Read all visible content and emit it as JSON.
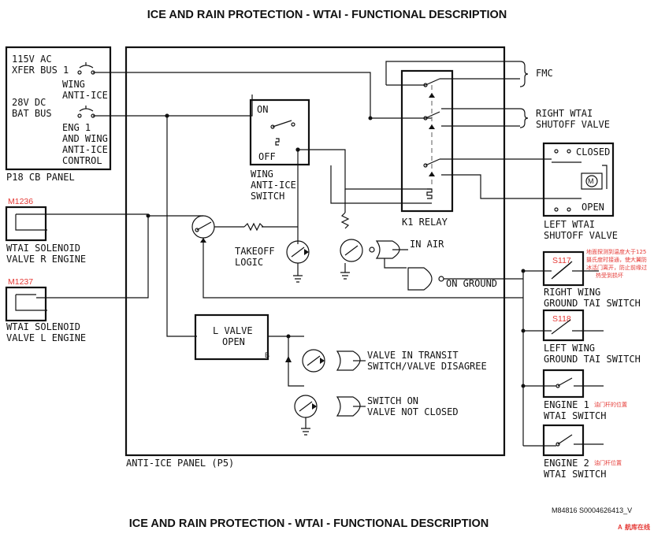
{
  "title_top": "ICE AND RAIN PROTECTION - WTAI - FUNCTIONAL DESCRIPTION",
  "title_bottom": "ICE AND RAIN PROTECTION - WTAI - FUNCTIONAL DESCRIPTION",
  "figure_id": "M84816 S0004626413_V",
  "logo_text": "航库在线",
  "cb_panel": {
    "line1": "115V AC",
    "line2": "XFER BUS 1",
    "wing1": "WING",
    "wing2": "ANTI-ICE",
    "dc1": "28V DC",
    "dc2": "BAT BUS",
    "eng1": "ENG 1",
    "eng2": "AND WING",
    "eng3": "ANTI-ICE",
    "eng4": "CONTROL",
    "name": "P18 CB PANEL"
  },
  "solenoid_r": {
    "tag": "M1236",
    "line1": "WTAI SOLENOID",
    "line2": "VALVE R ENGINE"
  },
  "solenoid_l": {
    "tag": "M1237",
    "line1": "WTAI SOLENOID",
    "line2": "VALVE L ENGINE"
  },
  "wing_switch": {
    "on": "ON",
    "off": "OFF",
    "line1": "WING",
    "line2": "ANTI-ICE",
    "line3": "SWITCH"
  },
  "takeoff": {
    "line1": "TAKEOFF",
    "line2": "LOGIC"
  },
  "in_air": "IN AIR",
  "on_ground": "ON GROUND",
  "k1_relay": "K1 RELAY",
  "fmc": "FMC",
  "right_valve": {
    "line1": "RIGHT WTAI",
    "line2": "SHUTOFF VALVE"
  },
  "left_valve": {
    "closed": "CLOSED",
    "open": "OPEN",
    "line1": "LEFT WTAI",
    "line2": "SHUTOFF VALVE"
  },
  "l_valve_open": {
    "line1": "L VALVE",
    "line2": "OPEN",
    "mark": "B"
  },
  "transit": {
    "line1": "VALVE IN TRANSIT",
    "line2": "SWITCH/VALVE DISAGREE"
  },
  "switch_on": {
    "line1": "SWITCH ON",
    "line2": "VALVE NOT CLOSED"
  },
  "panel_name": "ANTI-ICE PANEL (P5)",
  "right_gnd": {
    "tag": "S117",
    "line1": "RIGHT WING",
    "line2": "GROUND TAI SWITCH"
  },
  "left_gnd": {
    "tag": "S118",
    "line1": "LEFT WING",
    "line2": "GROUND TAI SWITCH"
  },
  "engine1": {
    "line1": "ENGINE 1",
    "line2": "WTAI SWITCH",
    "note": "油门杆的位置"
  },
  "engine2": {
    "line1": "ENGINE 2",
    "line2": "WTAI SWITCH",
    "note": "油门杆位置"
  },
  "annotation": [
    "地面探测到温度大于125",
    "摄氏度时接通，使大翼防",
    "冰活门离开，防止前缘过",
    "热受到损坏"
  ]
}
